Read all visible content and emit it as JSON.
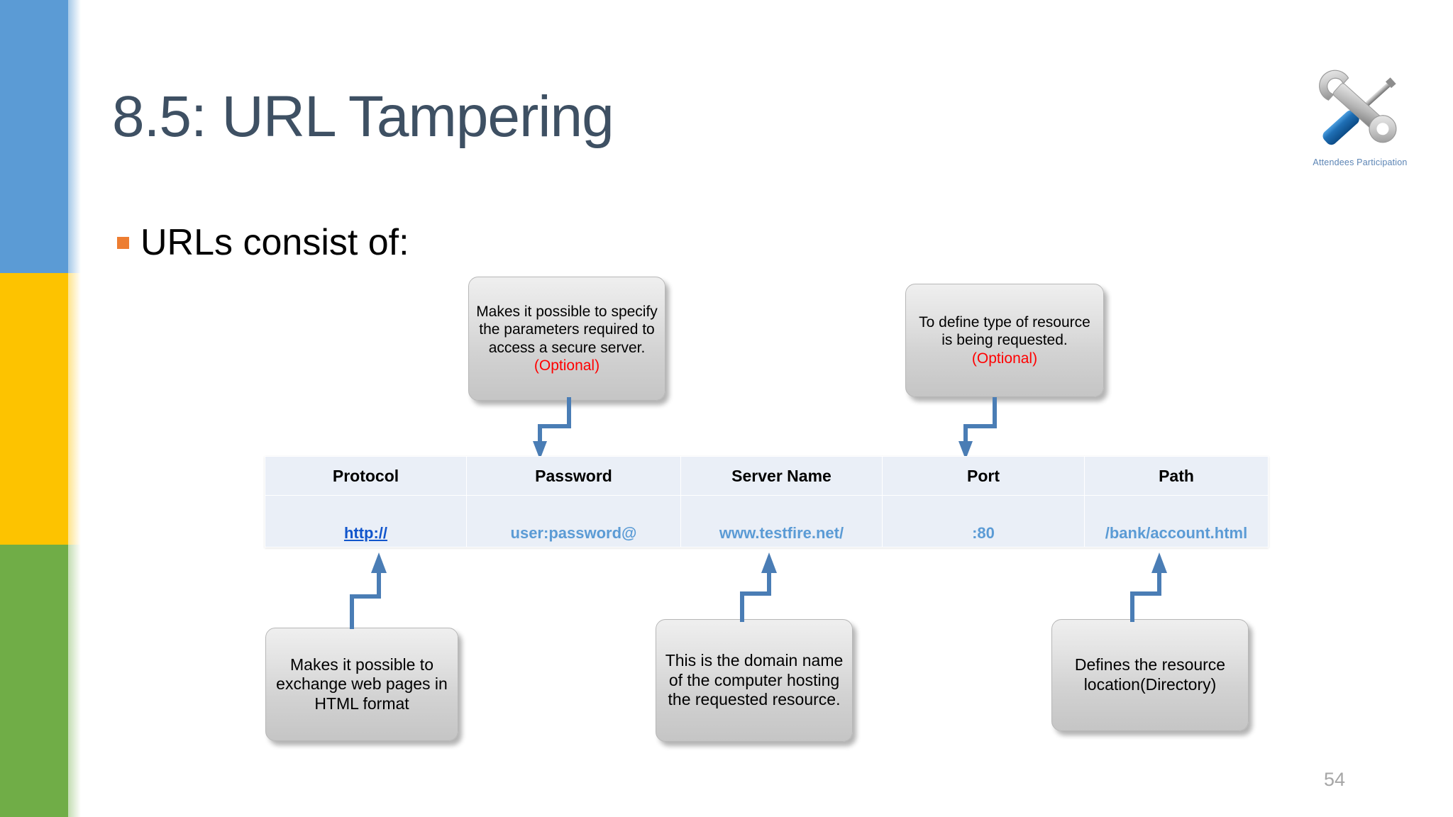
{
  "slide": {
    "title": "8.5: URL Tampering",
    "bullet": "URLs consist of:",
    "page_number": "54",
    "accent_orange": "#ed7d31",
    "title_color": "#3e5063",
    "band_blue": "#5b9bd5",
    "band_yellow": "#fdc300",
    "band_green": "#70ad47"
  },
  "logo": {
    "icon": "tools-wrench-screwdriver-icon",
    "caption": "Attendees Participation",
    "caption_color": "#3f6fa8"
  },
  "table": {
    "headers": [
      "Protocol",
      "Password",
      "Server Name",
      "Port",
      "Path"
    ],
    "values": [
      "http://",
      "user:password@",
      "www.testfire.net/",
      ":80",
      "/bank/account.html"
    ],
    "value_color": "#5b9bd5",
    "link_color": "#1155cc",
    "cell_background": "#eaeff7"
  },
  "callouts": {
    "password": {
      "text": "Makes it possible to specify the parameters required to access a secure server.",
      "optional": "(Optional)",
      "target": "Password"
    },
    "port": {
      "text": "To define type of resource is being requested.",
      "optional": "(Optional)",
      "target": "Port"
    },
    "protocol": {
      "text": "Makes it possible to exchange web pages in HTML format",
      "target": "Protocol"
    },
    "server": {
      "text": "This is the domain name of the computer hosting the requested resource.",
      "target": "Server Name"
    },
    "path": {
      "text": "Defines the resource location(Directory)",
      "target": "Path"
    }
  },
  "arrow_color": "#4a7db5"
}
